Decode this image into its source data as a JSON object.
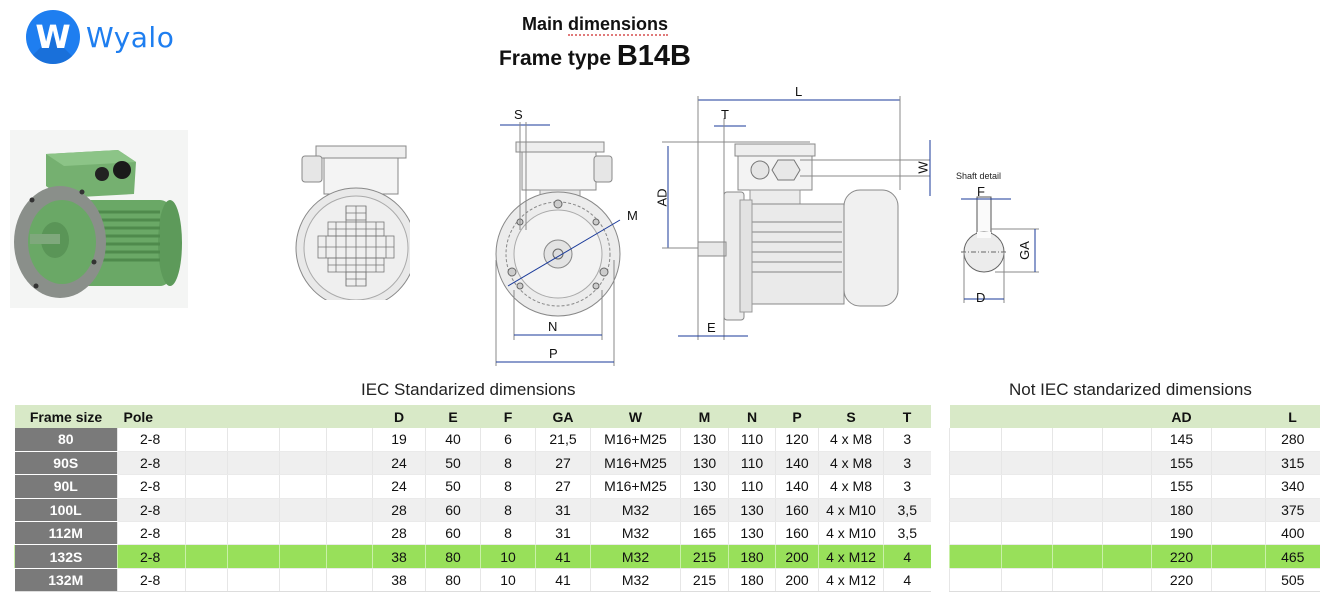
{
  "brand": {
    "logo_letter": "W",
    "name": "Wyalo",
    "color": "#1e7ef0"
  },
  "header": {
    "title_prefix": "Main ",
    "title_word": "dimensions",
    "frame_label": "Frame type ",
    "frame_type": "B14B"
  },
  "drawings": {
    "front_view_labels": {
      "S": "S",
      "M": "M",
      "N": "N",
      "P": "P"
    },
    "side_view_labels": {
      "L": "L",
      "T": "T",
      "AD": "AD",
      "W": "W",
      "E": "E"
    },
    "shaft_detail": {
      "title": "Shaft detail",
      "F": "F",
      "GA": "GA",
      "D": "D"
    },
    "colors": {
      "dimension_line": "#1a3a9a",
      "motor_green": "#6fae6a"
    }
  },
  "iec_table": {
    "title": "IEC Standarized dimensions",
    "columns": [
      "Frame size",
      "Pole",
      "",
      "",
      "",
      "",
      "D",
      "E",
      "F",
      "GA",
      "W",
      "M",
      "N",
      "P",
      "S",
      "T"
    ],
    "rows": [
      {
        "frame": "80",
        "pole": "2-8",
        "D": "19",
        "E": "40",
        "F": "6",
        "GA": "21,5",
        "W": "M16+M25",
        "M": "130",
        "N": "110",
        "P": "120",
        "S": "4 x M8",
        "T": "3"
      },
      {
        "frame": "90S",
        "pole": "2-8",
        "D": "24",
        "E": "50",
        "F": "8",
        "GA": "27",
        "W": "M16+M25",
        "M": "130",
        "N": "110",
        "P": "140",
        "S": "4 x M8",
        "T": "3"
      },
      {
        "frame": "90L",
        "pole": "2-8",
        "D": "24",
        "E": "50",
        "F": "8",
        "GA": "27",
        "W": "M16+M25",
        "M": "130",
        "N": "110",
        "P": "140",
        "S": "4 x M8",
        "T": "3"
      },
      {
        "frame": "100L",
        "pole": "2-8",
        "D": "28",
        "E": "60",
        "F": "8",
        "GA": "31",
        "W": "M32",
        "M": "165",
        "N": "130",
        "P": "160",
        "S": "4 x M10",
        "T": "3,5"
      },
      {
        "frame": "112M",
        "pole": "2-8",
        "D": "28",
        "E": "60",
        "F": "8",
        "GA": "31",
        "W": "M32",
        "M": "165",
        "N": "130",
        "P": "160",
        "S": "4 x M10",
        "T": "3,5"
      },
      {
        "frame": "132S",
        "pole": "2-8",
        "D": "38",
        "E": "80",
        "F": "10",
        "GA": "41",
        "W": "M32",
        "M": "215",
        "N": "180",
        "P": "200",
        "S": "4 x M12",
        "T": "4"
      },
      {
        "frame": "132M",
        "pole": "2-8",
        "D": "38",
        "E": "80",
        "F": "10",
        "GA": "41",
        "W": "M32",
        "M": "215",
        "N": "180",
        "P": "200",
        "S": "4 x M12",
        "T": "4"
      }
    ],
    "highlighted_row": 5,
    "colors": {
      "header_bg": "#d8e9c7",
      "frame_bg": "#7a7a7a",
      "highlight": "#98e05a",
      "alt_row": "#efefef"
    }
  },
  "non_iec_table": {
    "title": "Not IEC standarized dimensions",
    "columns": [
      "",
      "",
      "",
      "",
      "AD",
      "",
      "L"
    ],
    "rows": [
      {
        "AD": "145",
        "L": "280"
      },
      {
        "AD": "155",
        "L": "315"
      },
      {
        "AD": "155",
        "L": "340"
      },
      {
        "AD": "180",
        "L": "375"
      },
      {
        "AD": "190",
        "L": "400"
      },
      {
        "AD": "220",
        "L": "465"
      },
      {
        "AD": "220",
        "L": "505"
      }
    ],
    "highlighted_row": 5
  }
}
